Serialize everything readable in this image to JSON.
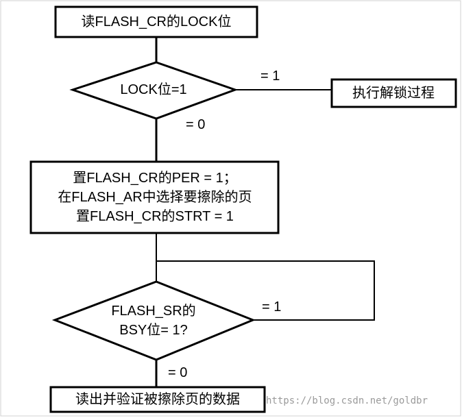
{
  "flowchart": {
    "step_read_lock": "读FLASH_CR的LOCK位",
    "decision_lock": "LOCK位=1",
    "edge_lock_yes": "= 1",
    "edge_lock_no": "= 0",
    "step_unlock": "执行解锁过程",
    "step_setup": [
      "置FLASH_CR的PER = 1；",
      "在FLASH_AR中选择要擦除的页",
      "置FLASH_CR的STRT = 1"
    ],
    "decision_bsy": [
      "FLASH_SR的",
      "BSY位= 1?"
    ],
    "edge_bsy_yes": "= 1",
    "edge_bsy_no": "= 0",
    "step_verify": "读出并验证被擦除页的数据"
  },
  "watermark": "https://blog.csdn.net/goldbr"
}
